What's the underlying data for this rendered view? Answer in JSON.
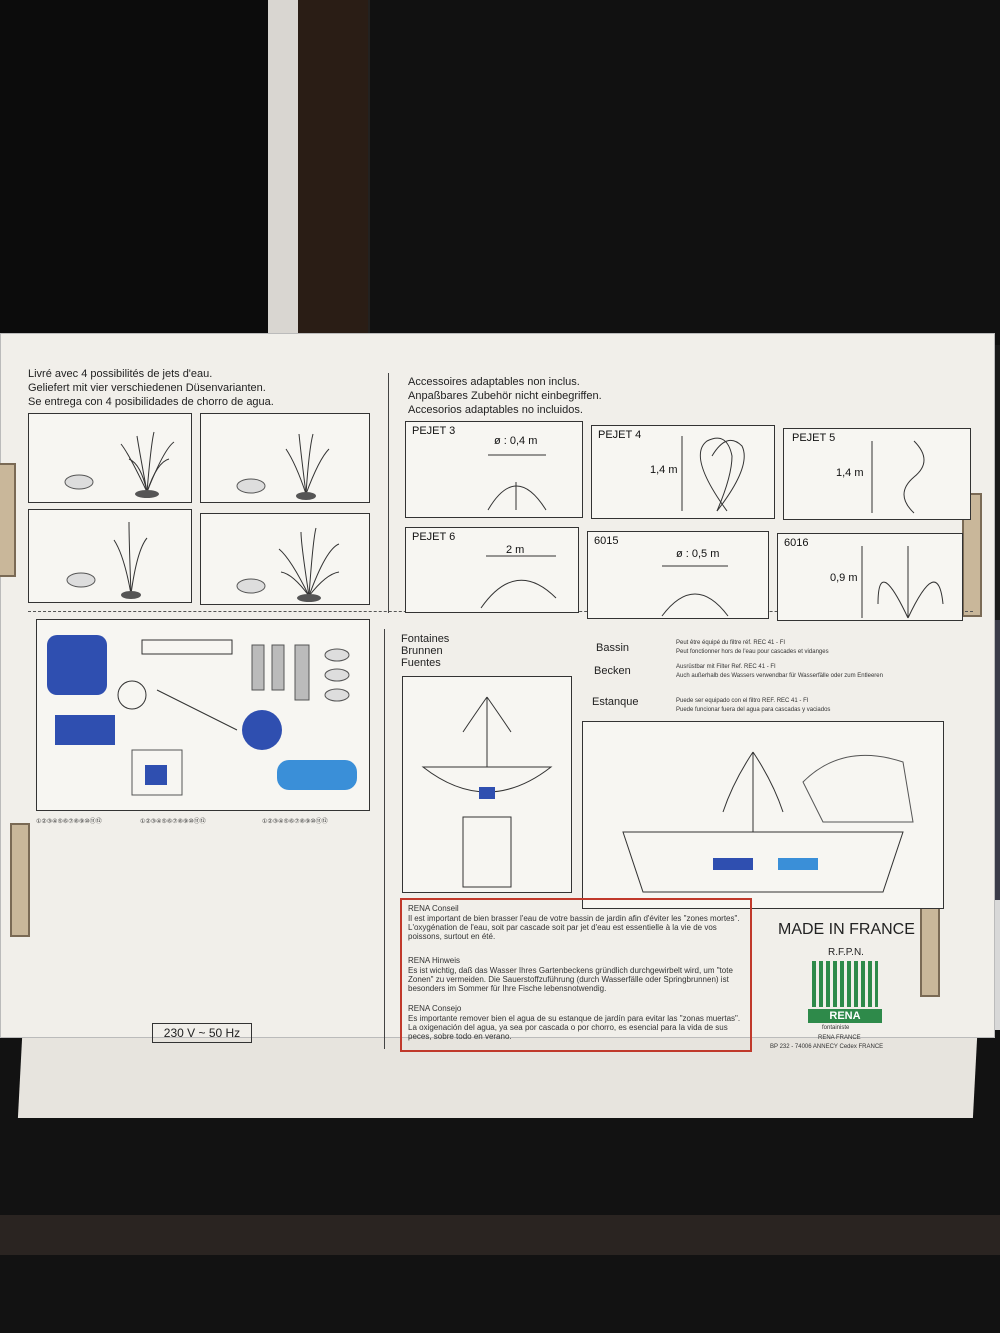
{
  "jets_heading": [
    "Livré avec 4 possibilités de jets d'eau.",
    "Geliefert mit vier verschiedenen Düsenvarianten.",
    "Se entrega con 4 posibilidades de chorro de agua."
  ],
  "accessories_heading": [
    "Accessoires adaptables non inclus.",
    "Anpaßbares Zubehör nicht einbegriffen.",
    "Accesorios adaptables no incluidos."
  ],
  "accessories": [
    {
      "name": "PEJET 3",
      "dim": "ø : 0,4 m"
    },
    {
      "name": "PEJET 4",
      "dim": "1,4 m"
    },
    {
      "name": "PEJET 5",
      "dim": "1,4 m"
    },
    {
      "name": "PEJET 6",
      "dim": "2 m"
    },
    {
      "name": "6015",
      "dim": "ø : 0,5 m"
    },
    {
      "name": "6016",
      "dim": "0,9 m"
    }
  ],
  "fountains": [
    "Fontaines",
    "Brunnen",
    "Fuentes"
  ],
  "basin": {
    "labels": [
      "Bassin",
      "Becken",
      "Estanque"
    ],
    "notes": [
      "Peut être équipé du filtre réf. REC 41 - FI",
      "Peut fonctionner hors de l'eau pour cascades et vidanges",
      "Ausrüstbar mit Filter Ref. REC 41 - FI",
      "Auch außerhalb des Wassers verwendbar für Wasserfälle oder zum Entleeren",
      "Puede ser equipado con el filtro REF. REC 41 - FI",
      "Puede funcionar fuera del agua para cascadas y vaciados"
    ]
  },
  "voltage": "230 V ~ 50 Hz",
  "advice": {
    "fr_title": "RENA Conseil",
    "fr_text": "Il est important de bien brasser l'eau de votre bassin de jardin afin d'éviter les \"zones mortes\". L'oxygénation de l'eau, soit par cascade soit par jet d'eau est essentielle à la vie de vos poissons, surtout en été.",
    "de_title": "RENA Hinweis",
    "de_text": "Es ist wichtig, daß das Wasser Ihres Gartenbeckens gründlich durchgewirbelt wird, um \"tote Zonen\" zu vermeiden. Die Sauerstoffzuführung (durch Wasserfälle oder Springbrunnen) ist besonders im Sommer für Ihre Fische lebensnotwendig.",
    "es_title": "RENA Consejo",
    "es_text": "Es importante remover bien el agua de su estanque de jardín para evitar las \"zonas muertas\". La oxigenación del agua, ya sea por cascada o por chorro, es esencial para la vida de sus peces, sobre todo en verano."
  },
  "made_in": "MADE IN FRANCE",
  "brand": {
    "code": "R.F.P.N.",
    "logo": "RENA",
    "sub": "fontainiste",
    "address1": "RENA FRANCE",
    "address2": "BP 232 - 74006 ANNECY Cedex FRANCE"
  },
  "colors": {
    "box": "#f1efea",
    "pump_blue": "#2f4fb0",
    "filter_blue": "#3a8fd8",
    "rena_green": "#2e8a4a",
    "advice_border": "#c0392b"
  }
}
